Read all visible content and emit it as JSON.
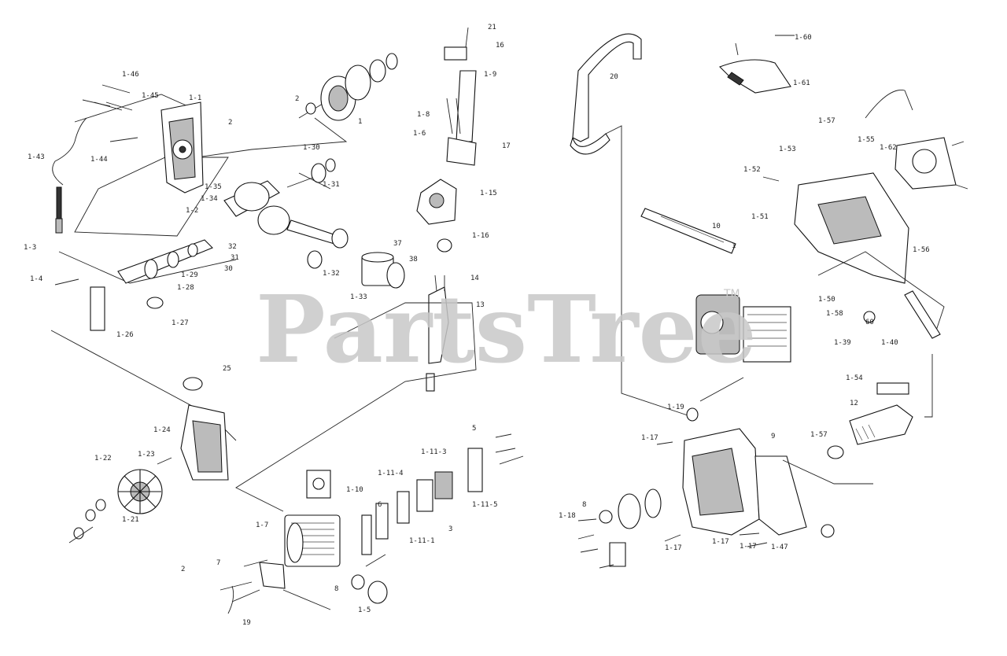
{
  "watermark": {
    "text": "PartsTree",
    "trademark": "TM"
  },
  "callouts": [
    "1-46",
    "1-45",
    "2",
    "1-43",
    "1-44",
    "1-1",
    "1-3",
    "1-2",
    "1-4",
    "1-26",
    "1-27",
    "1-28",
    "1-29",
    "30",
    "31",
    "32",
    "37",
    "38",
    "1-32",
    "1-33",
    "1-34",
    "1-35",
    "1-30",
    "1-31",
    "2",
    "1",
    "21",
    "16",
    "1-9",
    "1-8",
    "1-6",
    "17",
    "1-15",
    "1-16",
    "14",
    "13",
    "25",
    "1-24",
    "1-23",
    "1-22",
    "1-21",
    "2",
    "1-7",
    "7",
    "1-10",
    "6",
    "1-11-3",
    "1-11-4",
    "1-11-5",
    "1-11-1",
    "3",
    "5",
    "8",
    "1-5",
    "19",
    "20",
    "10",
    "1",
    "1-19",
    "1-17",
    "1-18",
    "1-17",
    "1-17",
    "1-17",
    "1-47",
    "8",
    "9",
    "1-60",
    "1-61",
    "1-57",
    "1-53",
    "1-55",
    "1-52",
    "1-62",
    "1-56",
    "1-51",
    "1-50",
    "1-54",
    "12",
    "1-57",
    "1-58",
    "1-39",
    "1-40",
    "60"
  ]
}
